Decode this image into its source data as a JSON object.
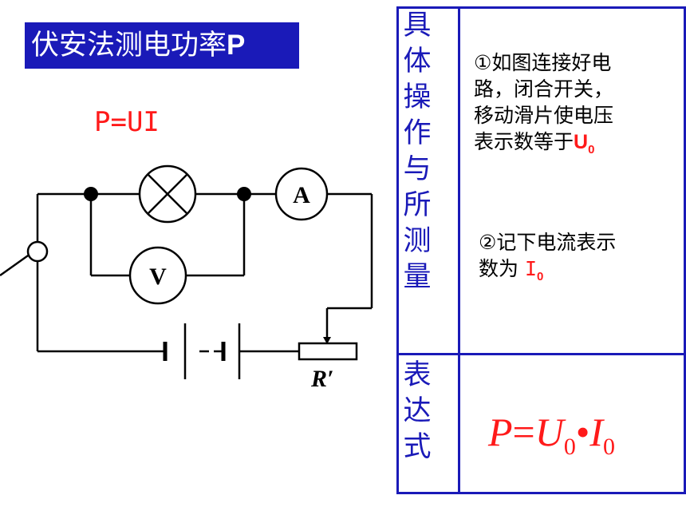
{
  "title": {
    "text": "伏安法测电功率",
    "suffix": "P"
  },
  "formula": "P=UI",
  "circuit": {
    "ammeter": "A",
    "voltmeter": "V",
    "rheostat": "R′"
  },
  "table": {
    "row1_header": "具体操作与所测量",
    "steps": {
      "step1_lines": [
        "①如图连接好电",
        "路，闭合开关，",
        "移动滑片使电压",
        "表示数等于"
      ],
      "step1_symbol": "U",
      "step1_sub": "0",
      "step2_lines": [
        "②记下电流表示",
        "数为 "
      ],
      "step2_symbol": "I",
      "step2_sub": "0"
    },
    "row2_header": "表达式",
    "expression": {
      "lhs": "P",
      "eq": "=",
      "u": "U",
      "u_sub": "0",
      "dot": "•",
      "i": "I",
      "i_sub": "0"
    }
  },
  "colors": {
    "accent": "#1a1ab8",
    "highlight": "#ff1a1a"
  }
}
